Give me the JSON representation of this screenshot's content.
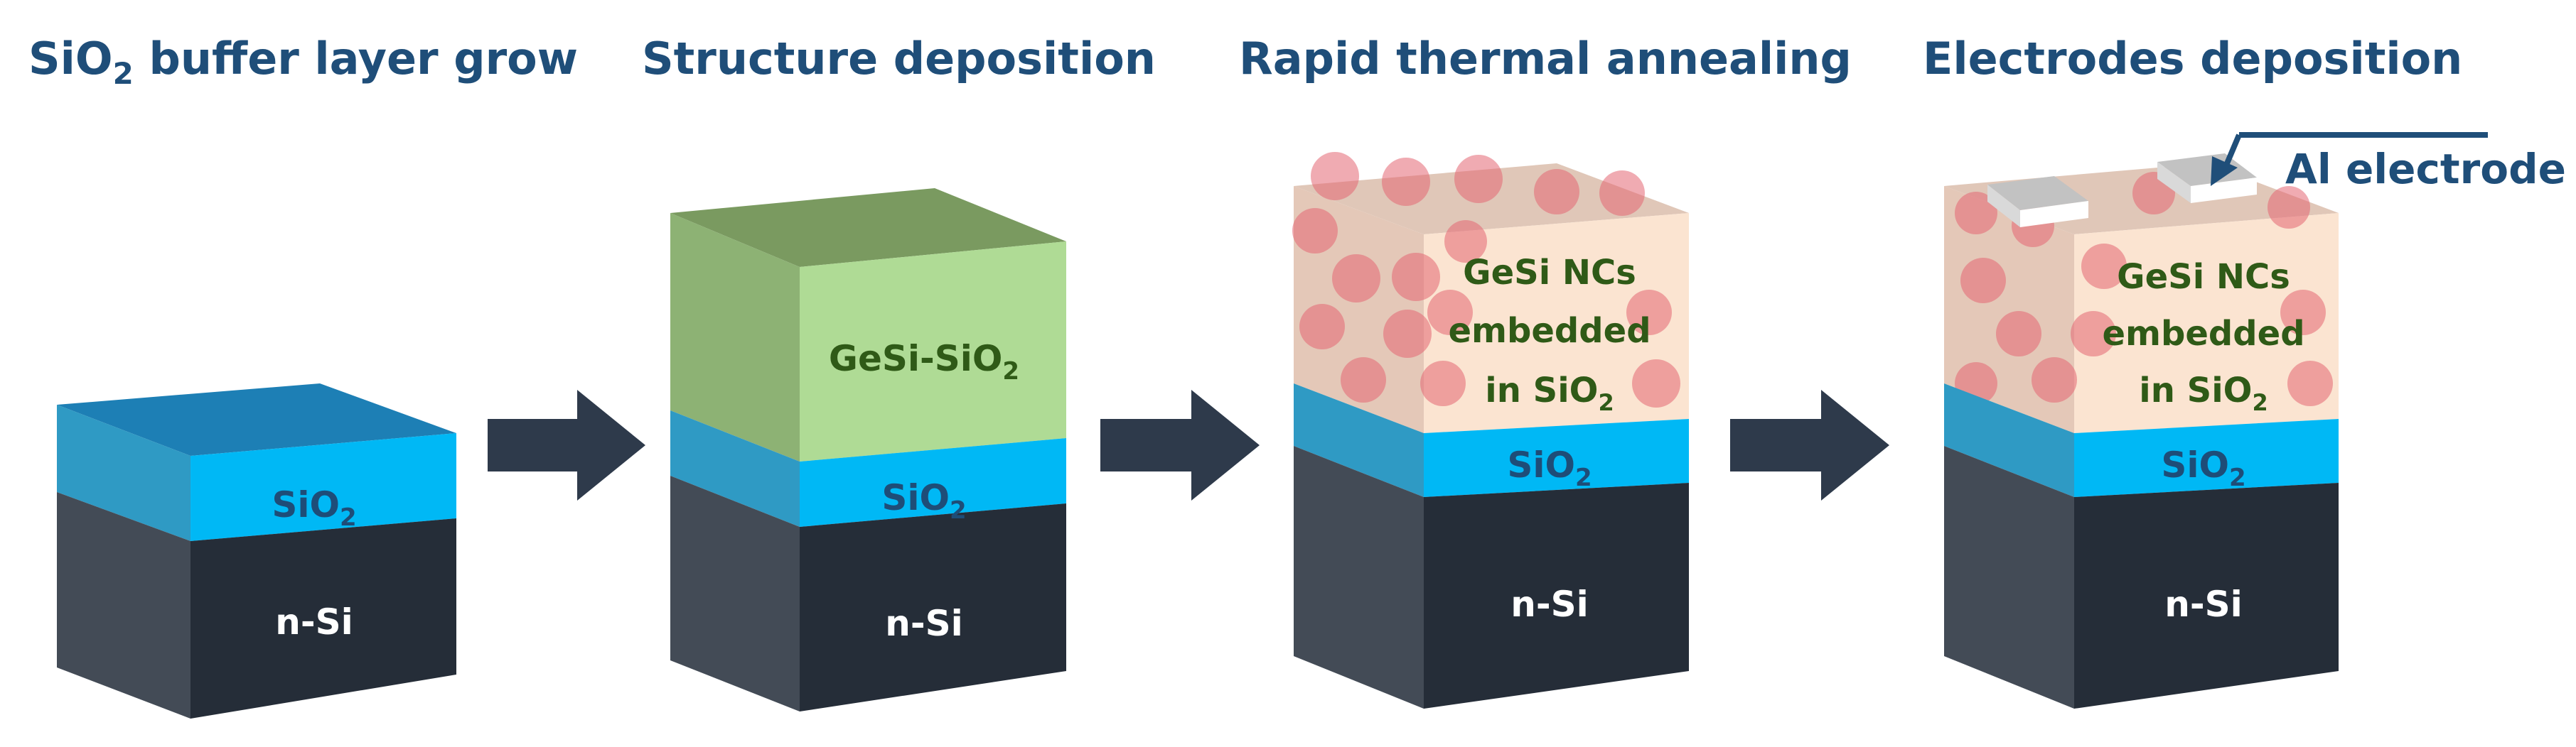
{
  "steps": [
    {
      "title": "SiO",
      "title_sub": "2",
      "title_rest": " buffer layer grow"
    },
    {
      "title": "Structure deposition"
    },
    {
      "title": "Rapid thermal annealing"
    },
    {
      "title": "Electrodes deposition"
    }
  ],
  "layers": {
    "substrate": "n-Si",
    "buffer": "SiO",
    "buffer_sub": "2",
    "mixed": "GeSi-SiO",
    "mixed_sub": "2",
    "nc_line1": "GeSi NCs",
    "nc_line2": "embedded",
    "nc_line3": "in SiO",
    "nc_line3_sub": "2"
  },
  "annotation": {
    "electrode": "Al electrode"
  },
  "colors": {
    "title": "#1F4E79",
    "substrate_front": "#252D38",
    "substrate_side": "#434B56",
    "sio2_front": "#00B8F5",
    "sio2_side": "#2F9AC4",
    "sio2_top": "#1D7FB5",
    "gesi_front": "#AFDB95",
    "gesi_side": "#8DB274",
    "gesi_top": "#7A9A60",
    "nc_front": "#FBE4D1",
    "nc_side": "#E4C8B8",
    "nc_top": "#E0C7B8",
    "dot": "#E36672",
    "electrode": "#C2C2C2",
    "arrow": "#2E3A4B"
  }
}
